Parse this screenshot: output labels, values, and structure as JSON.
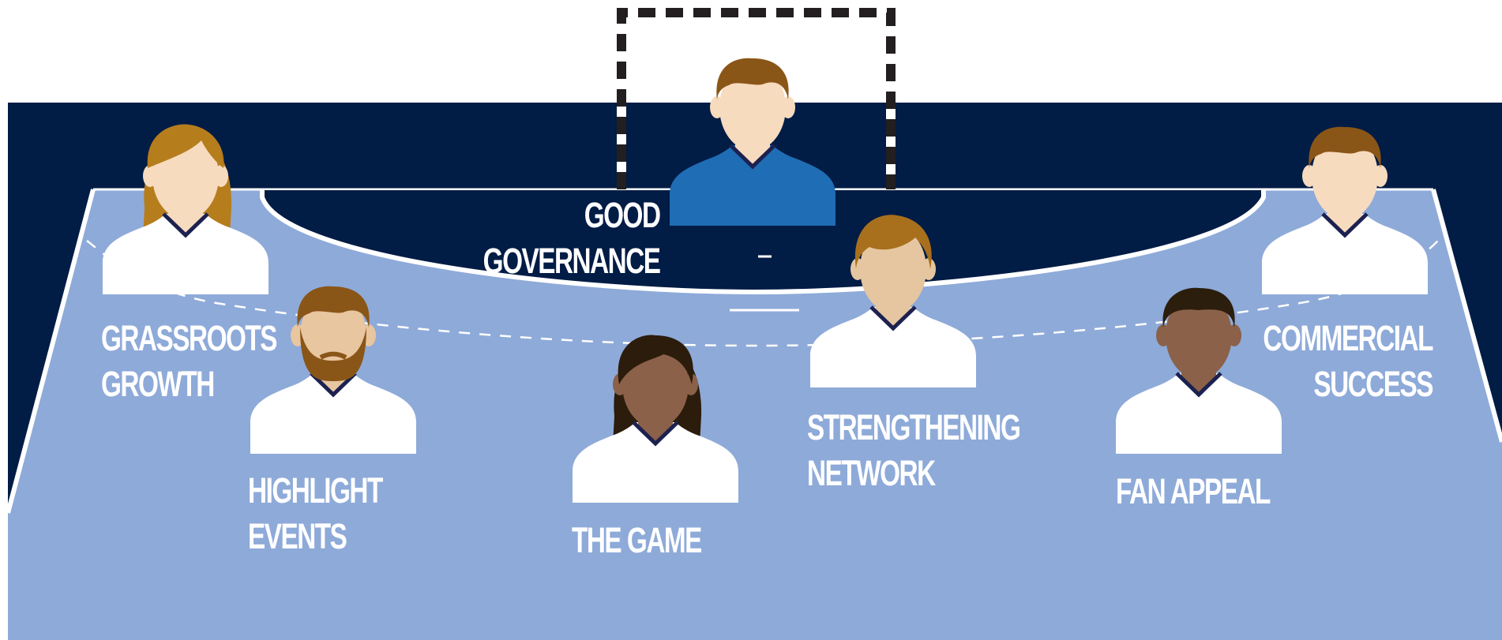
{
  "colors": {
    "stand": "#011c45",
    "pitch": "#8eaad9",
    "line": "#ffffff",
    "goal_frame": "#231f20",
    "keeper_shirt": "#1f6db4",
    "outfield_shirt": "#ffffff",
    "collar": "#1c2150"
  },
  "players": [
    {
      "id": "good-governance",
      "label": [
        "GOOD",
        "GOVERNANCE"
      ],
      "role": "goalkeeper",
      "hair": "short",
      "hair_color": "#8a5617",
      "skin": "#f7dbbf"
    },
    {
      "id": "grassroots-growth",
      "label": [
        "GRASSROOTS",
        "GROWTH"
      ],
      "role": "outfield",
      "hair": "bob",
      "hair_color": "#b67d1d",
      "skin": "#f7dbbf"
    },
    {
      "id": "highlight-events",
      "label": [
        "HIGHLIGHT",
        "EVENTS"
      ],
      "role": "outfield",
      "hair": "short-beard",
      "hair_color": "#8a5617",
      "skin": "#e8c6a0"
    },
    {
      "id": "the-game",
      "label": [
        "THE GAME"
      ],
      "role": "outfield",
      "hair": "curly-long",
      "hair_color": "#2c1c0c",
      "skin": "#8b6149"
    },
    {
      "id": "strengthening-network",
      "label": [
        "STRENGTHENING",
        "NETWORK"
      ],
      "role": "outfield",
      "hair": "ponytail",
      "hair_color": "#a8701d",
      "skin": "#e5c6a0"
    },
    {
      "id": "fan-appeal",
      "label": [
        "FAN APPEAL"
      ],
      "role": "outfield",
      "hair": "short-dark",
      "hair_color": "#2c1e0d",
      "skin": "#8b6149"
    },
    {
      "id": "commercial-success",
      "label": [
        "COMMERCIAL",
        "SUCCESS"
      ],
      "role": "outfield",
      "hair": "short",
      "hair_color": "#8a5617",
      "skin": "#f7dbbf"
    }
  ]
}
